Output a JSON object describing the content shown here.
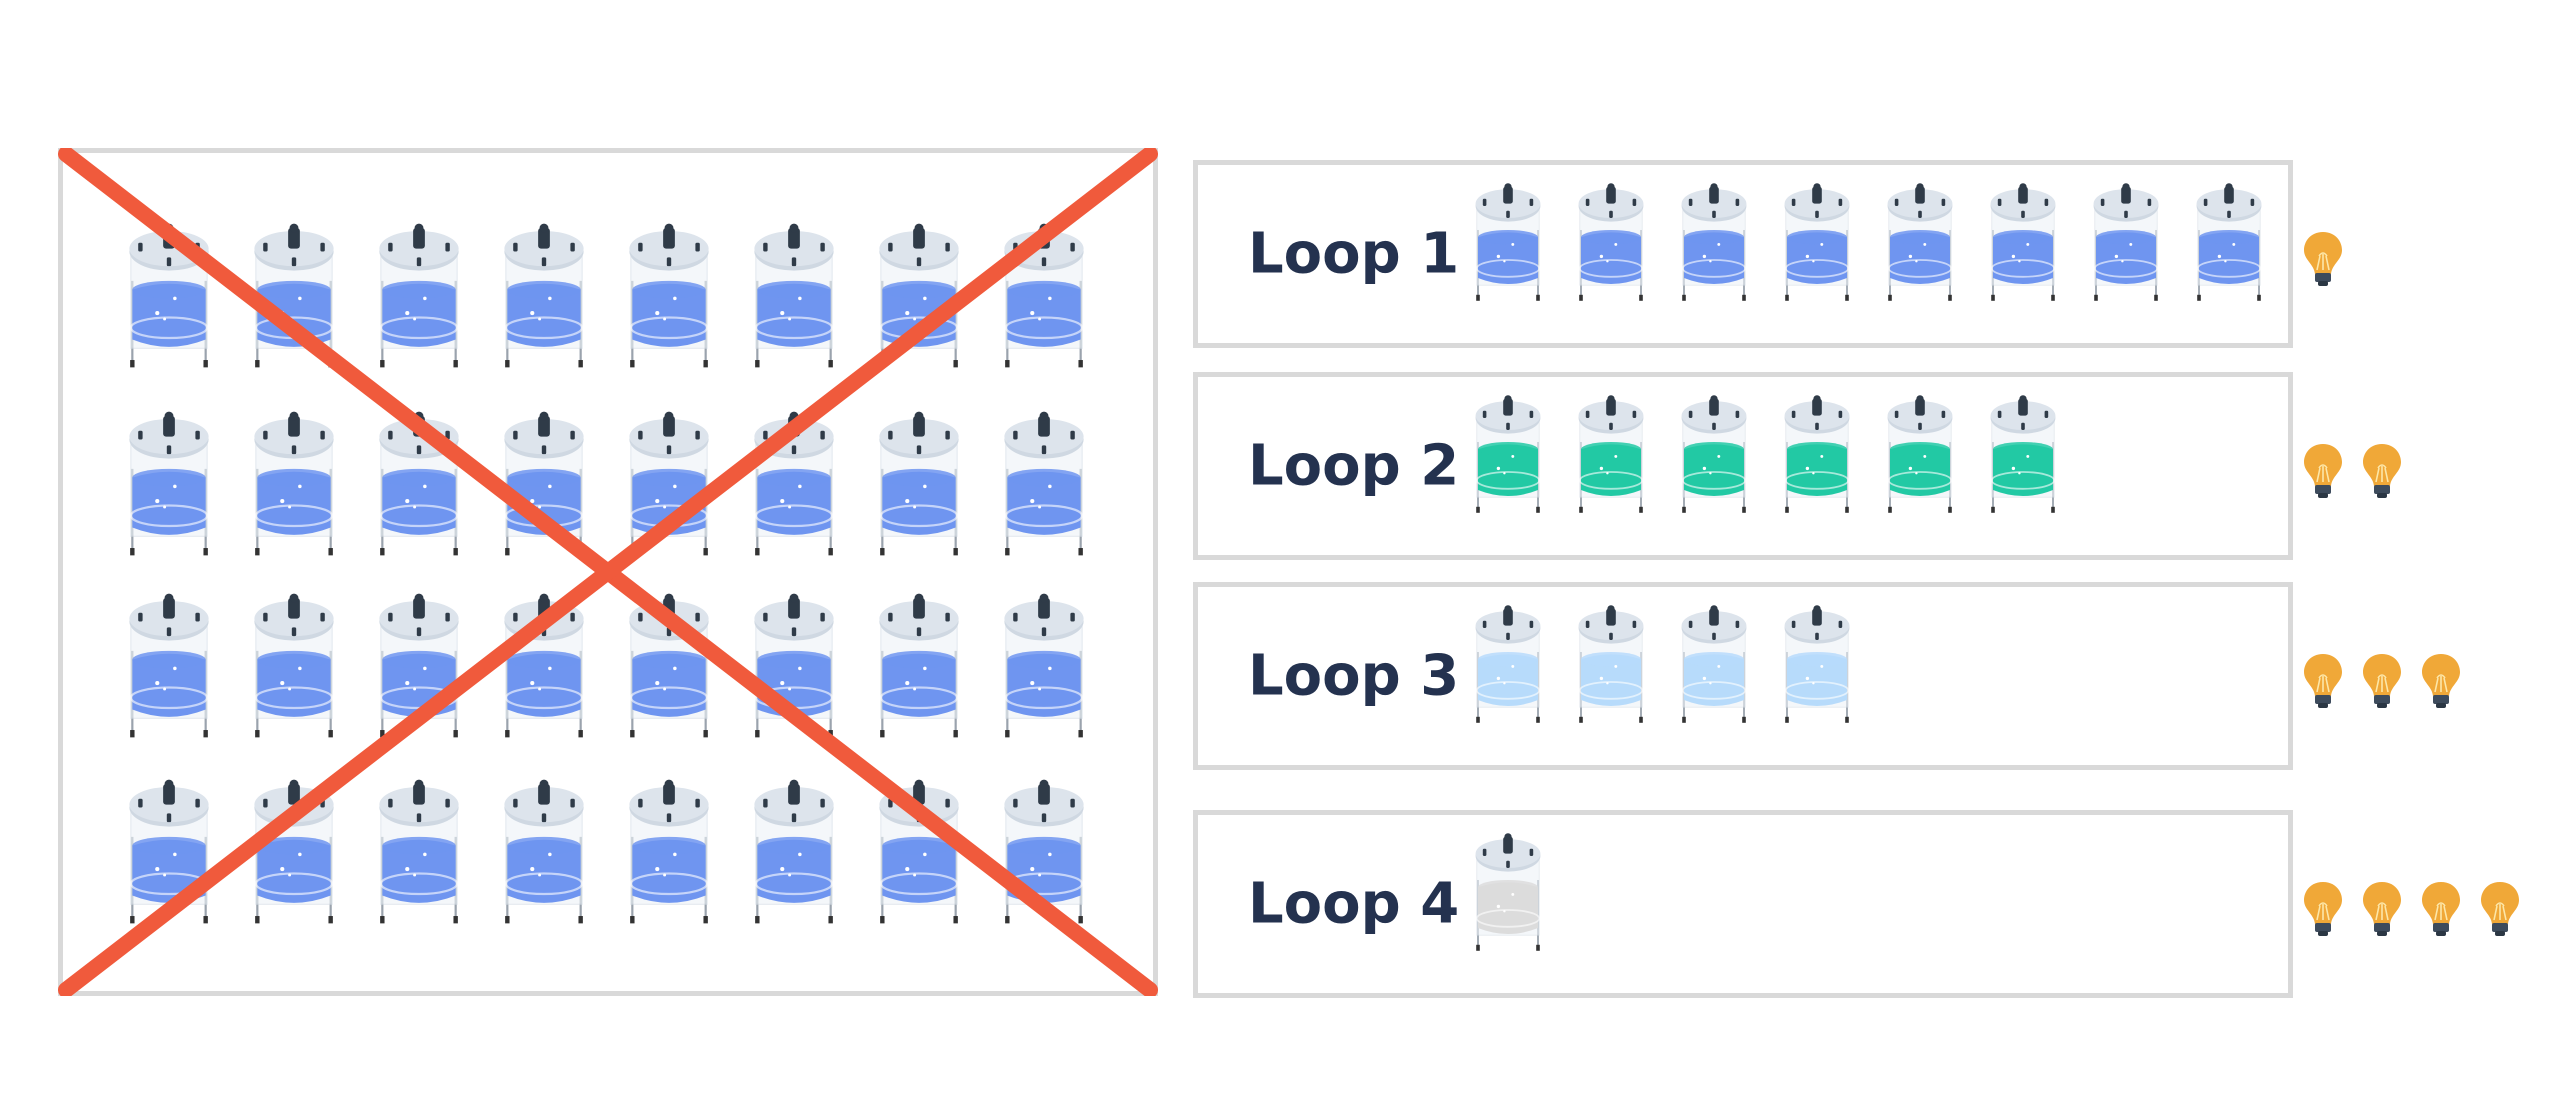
{
  "comparison_grid": {
    "rows": 4,
    "cols": 8,
    "tank_fill": "#6f95f0",
    "crossed_out": true,
    "cross_color": "#f05a3c"
  },
  "loops": [
    {
      "label": "Loop 1",
      "tanks": 8,
      "tank_fill": "#6f95f0",
      "bulbs": 1
    },
    {
      "label": "Loop 2",
      "tanks": 6,
      "tank_fill": "#22c9a4",
      "bulbs": 2
    },
    {
      "label": "Loop 3",
      "tanks": 4,
      "tank_fill": "#b7dbfb",
      "bulbs": 3
    },
    {
      "label": "Loop 4",
      "tanks": 1,
      "tank_fill": "#dcdcdc",
      "bulbs": 4
    }
  ],
  "colors": {
    "bulb": "#f0a838",
    "border": "#d9d9d9",
    "label": "#24324f"
  }
}
